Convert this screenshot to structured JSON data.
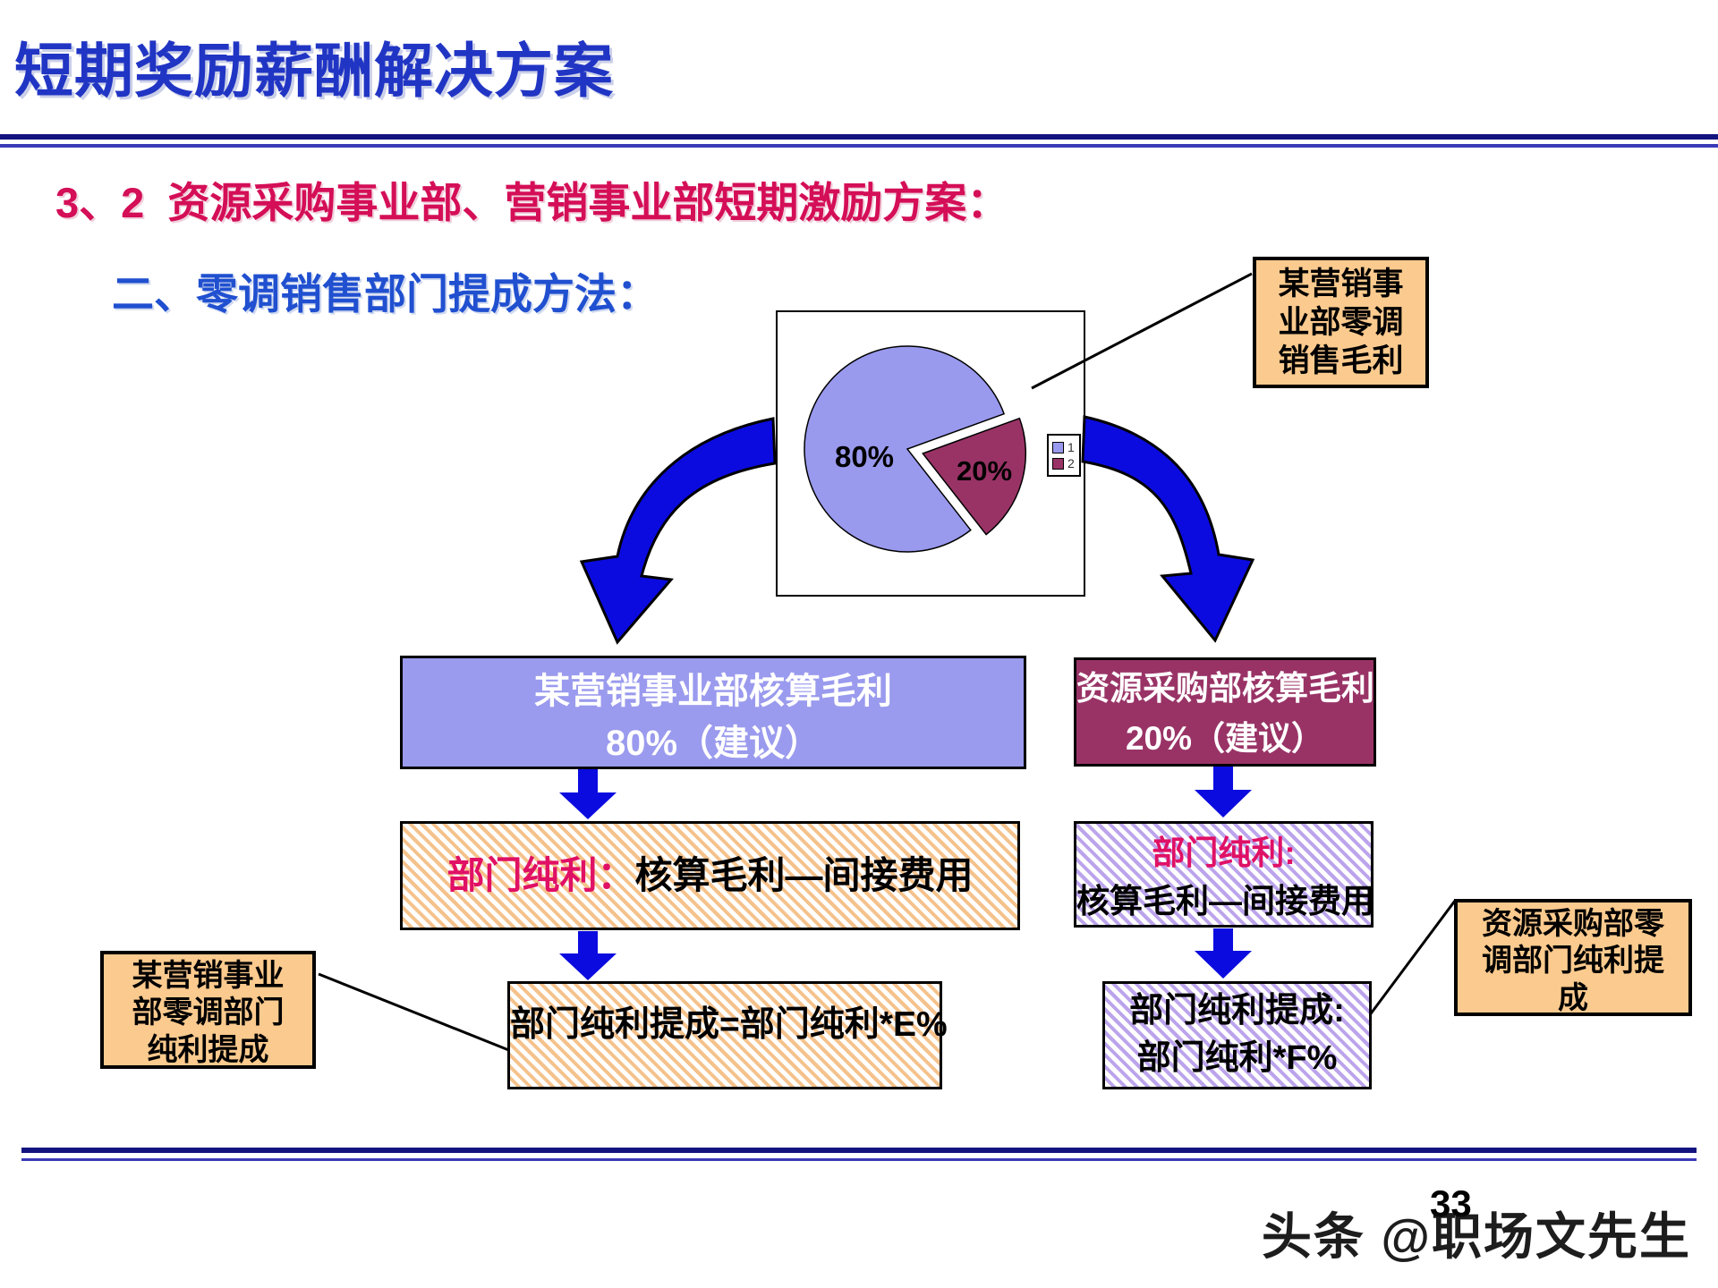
{
  "slide": {
    "title": "短期奖励薪酬解决方案",
    "section_heading": "3、2  资源采购事业部、营销事业部短期激励方案：",
    "sub_heading": "二、零调销售部门提成方法：",
    "page_number": "33",
    "watermark": "头条 @职场文先生"
  },
  "chart_data": {
    "type": "pie",
    "title": "",
    "labels": [
      "1",
      "2"
    ],
    "values": [
      80,
      20
    ],
    "value_labels": [
      "80%",
      "20%"
    ],
    "colors": [
      "#9999ee",
      "#993366"
    ],
    "legend_position": "right-middle",
    "exploded_slice_index": 1,
    "callout": {
      "lines": [
        "某营销事",
        "业部零调",
        "销售毛利"
      ]
    }
  },
  "flow": {
    "left_branch": {
      "gross_margin_box": {
        "line1": "某营销事业部核算毛利",
        "line2": "80%（建议）"
      },
      "net_profit_box": {
        "label": "部门纯利：",
        "formula": "核算毛利—间接费用"
      },
      "commission_box": {
        "line1": "部门纯利提成=部门纯利*E%"
      },
      "callout": {
        "lines": [
          "某营销事业",
          "部零调部门",
          "纯利提成"
        ]
      }
    },
    "right_branch": {
      "gross_margin_box": {
        "line1": "资源采购部核算毛利",
        "line2": "20%（建议）"
      },
      "net_profit_box": {
        "label": "部门纯利:",
        "formula": "核算毛利—间接费用"
      },
      "commission_box": {
        "line1": "部门纯利提成:",
        "line2": "部门纯利*F%"
      },
      "callout": {
        "lines": [
          "资源采购部零",
          "调部门纯利提",
          "成"
        ]
      }
    }
  },
  "colors": {
    "title_blue": "#2135c4",
    "heading_red": "#d40e57",
    "heading_blue": "#2050d0",
    "rule_navy": "#1a1a8c",
    "pie_periwinkle": "#9999ee",
    "pie_maroon": "#993366",
    "arrow_blue": "#0b0be0",
    "callout_tan": "#fbca8e",
    "hatch_orange": "#f5c28c",
    "hatch_purple": "#bca4ec",
    "magenta_text": "#e01065"
  }
}
